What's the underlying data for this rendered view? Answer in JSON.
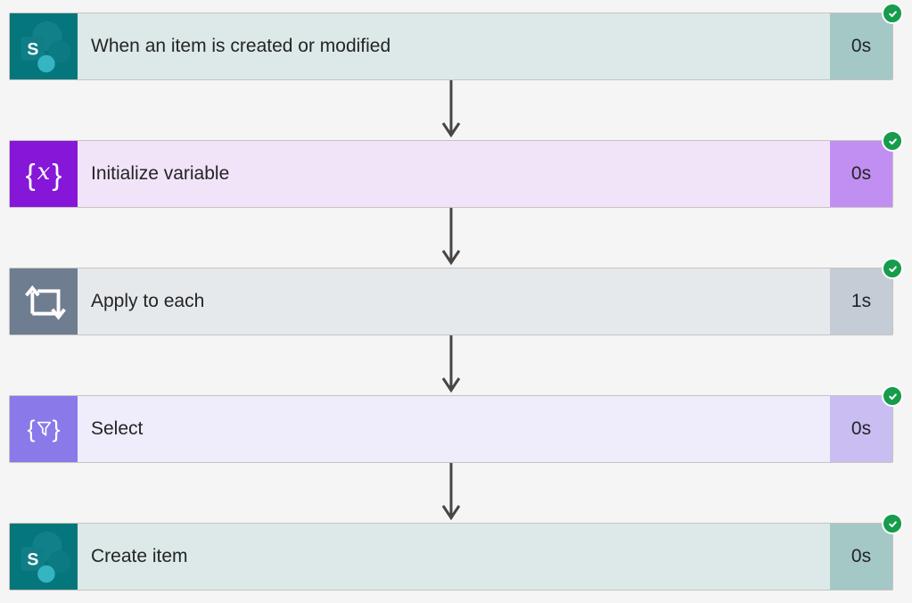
{
  "app": {
    "view": "flow-run-steps",
    "background": "#f6f5f5",
    "border_color": "#c6c4c2",
    "text_color": "#242424",
    "arrow_color": "#484644",
    "success_green": "#169c4c"
  },
  "steps": [
    {
      "label": "When an item is created or modified",
      "duration": "0s",
      "status": "success",
      "icon": "sharepoint-icon",
      "colors": {
        "icon": "#05767b",
        "body": "#dce9e8",
        "badge": "#a3c8c6"
      }
    },
    {
      "label": "Initialize variable",
      "duration": "0s",
      "status": "success",
      "icon": "variable-icon",
      "colors": {
        "icon": "#8617d8",
        "body": "#f1e4f9",
        "badge": "#c18ff1"
      }
    },
    {
      "label": "Apply to each",
      "duration": "1s",
      "status": "success",
      "icon": "apply-to-each-loop-icon",
      "colors": {
        "icon": "#6e7d8f",
        "body": "#e6e9ec",
        "badge": "#c4ccd5"
      }
    },
    {
      "label": "Select",
      "duration": "0s",
      "status": "success",
      "icon": "select-filter-icon",
      "colors": {
        "icon": "#8979e9",
        "body": "#efecfb",
        "badge": "#c9bdf2"
      }
    },
    {
      "label": "Create item",
      "duration": "0s",
      "status": "success",
      "icon": "sharepoint-icon",
      "colors": {
        "icon": "#05767b",
        "body": "#dce9e8",
        "badge": "#a3c8c6"
      }
    }
  ],
  "glyphs": {
    "sharepoint_letter": "S",
    "brace_open": "{",
    "brace_close": "}",
    "variable_x": "x"
  }
}
